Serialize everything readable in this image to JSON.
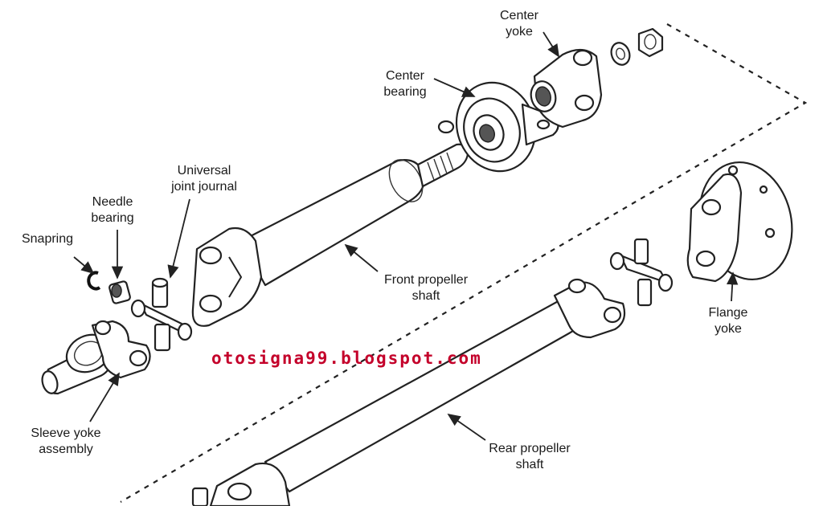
{
  "labels": {
    "center_yoke": [
      "Center",
      "yoke"
    ],
    "center_bearing": [
      "Center",
      "bearing"
    ],
    "universal_joint_journal": [
      "Universal",
      "joint journal"
    ],
    "needle_bearing": [
      "Needle",
      "bearing"
    ],
    "snapring": "Snapring",
    "front_propeller_shaft": [
      "Front propeller",
      "shaft"
    ],
    "flange_yoke": [
      "Flange",
      "yoke"
    ],
    "sleeve_yoke_assembly": [
      "Sleeve yoke",
      "assembly"
    ],
    "rear_propeller_shaft": [
      "Rear propeller",
      "shaft"
    ]
  },
  "watermark": "otosigna99.blogspot.com",
  "colors": {
    "line": "#222222",
    "watermark": "#c4002a",
    "background": "#ffffff"
  }
}
